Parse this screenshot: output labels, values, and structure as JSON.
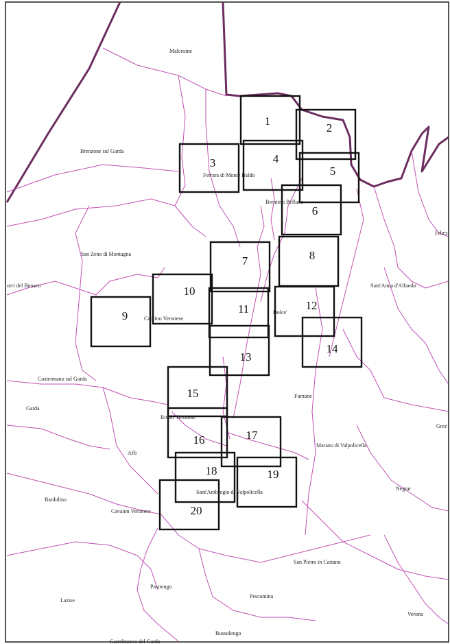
{
  "colors": {
    "regional_border": "#6b2d5f",
    "municipal_border": "#c24fb3",
    "tile_outline": "#111111",
    "background": "#ffffff"
  },
  "place_names": {
    "malcesine": "Malcesine",
    "brenzone": "Brenzone sul Garda",
    "ferrara": "Ferrara di Monte Baldo",
    "brentino": "Brentino Belluno",
    "erbez": "Erbez",
    "san_zeno": "San Zeno di Montagna",
    "torri": "orri del Benaco",
    "santanna": "Sant'Anna d'Alfaedo",
    "caprino": "Caprino Veronese",
    "dolce": "Dolce'",
    "costermano": "Costermano sul Garda",
    "garda": "Garda",
    "fumane": "Fumane",
    "rivoli": "Rivoli Veronese",
    "grez": "Grez",
    "marano": "Marano di Valpolicella",
    "affi": "Affi",
    "negrar": "Negrar",
    "santambrogio": "Sant'Ambrogio di Valpolicella",
    "bardolino": "Bardolino",
    "cavaion": "Cavaion Veronese",
    "san_pietro": "San Pietro in Cariano",
    "pastrengo": "Pastrengo",
    "lazise": "Lazise",
    "pescantina": "Pescantina",
    "verona": "Verona",
    "bussolengo": "Bussolengo",
    "castelnuovo": "Castelnuovo del Garda"
  },
  "tiles": [
    {
      "label": "1"
    },
    {
      "label": "2"
    },
    {
      "label": "3"
    },
    {
      "label": "4"
    },
    {
      "label": "5"
    },
    {
      "label": "6"
    },
    {
      "label": "7"
    },
    {
      "label": "8"
    },
    {
      "label": "9"
    },
    {
      "label": "10"
    },
    {
      "label": "11"
    },
    {
      "label": "12"
    },
    {
      "label": "13"
    },
    {
      "label": "14"
    },
    {
      "label": "15"
    },
    {
      "label": "16"
    },
    {
      "label": "17"
    },
    {
      "label": "18"
    },
    {
      "label": "19"
    },
    {
      "label": "20"
    }
  ]
}
